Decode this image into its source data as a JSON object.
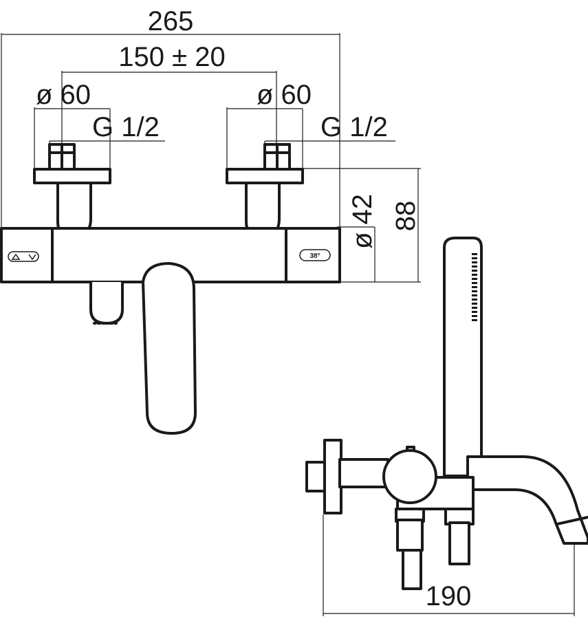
{
  "drawing": {
    "colors": {
      "ink": "#1a1a1a",
      "paper": "#ffffff"
    },
    "front_view": {
      "dim_overall_width": "265",
      "dim_inlet_spacing": "150 ± 20",
      "dim_left_flange_diameter": "ø 60",
      "dim_right_flange_diameter": "ø 60",
      "dim_left_thread": "G 1/2",
      "dim_right_thread": "G 1/2",
      "dim_body_diameter": "ø 42",
      "dim_body_height": "88",
      "temperature_mark": "38°"
    },
    "side_view": {
      "dim_projection": "190"
    }
  }
}
